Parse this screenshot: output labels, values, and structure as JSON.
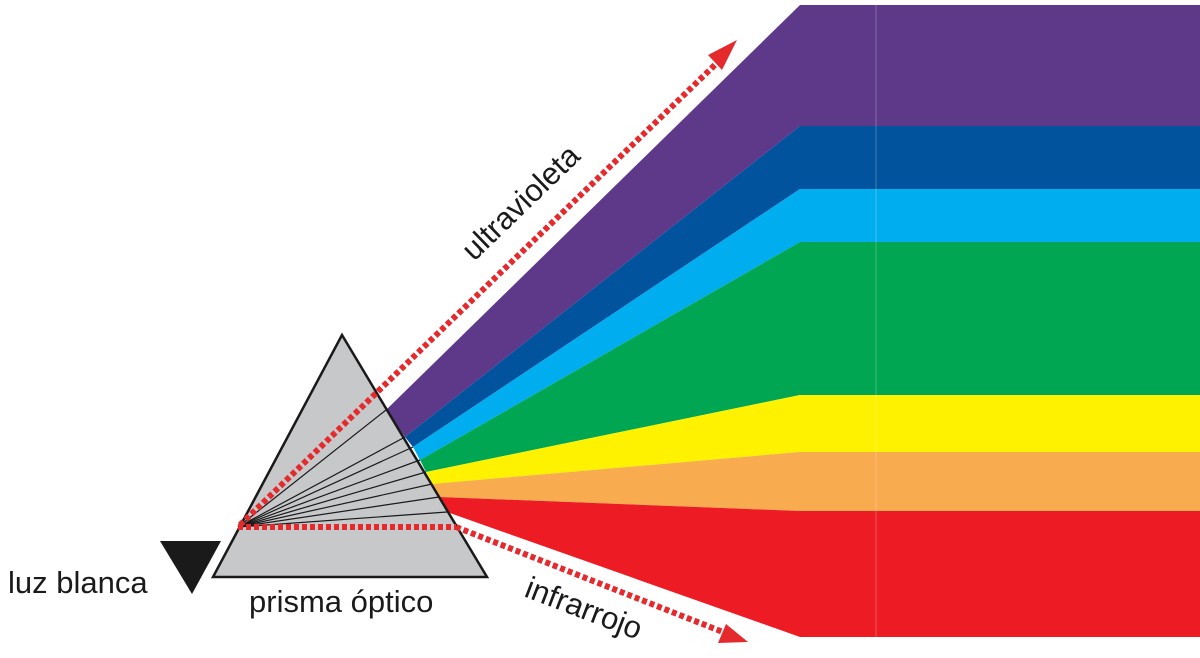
{
  "labels": {
    "ultraviolet": "ultravioleta",
    "infrared": "infrarrojo",
    "white_light": "luz blanca",
    "prism": "prisma óptico"
  },
  "bands": [
    {
      "color": "purple",
      "fill": "#5E398A"
    },
    {
      "color": "dark-blue",
      "fill": "#01539E"
    },
    {
      "color": "light-blue",
      "fill": "#00AEEF"
    },
    {
      "color": "green",
      "fill": "#00A651"
    },
    {
      "color": "yellow",
      "fill": "#FFF200"
    },
    {
      "color": "orange",
      "fill": "#F9AB4F"
    },
    {
      "color": "red",
      "fill": "#ED1C24"
    }
  ],
  "colors": {
    "prism_fill": "#C7C8C9",
    "prism_stroke": "#1a1a1a",
    "arrow": "#E52A2D",
    "input_marker": "#1a1a1a"
  },
  "icons": {
    "input": "white-light-input-triangle-icon",
    "uv_arrow": "ultraviolet-arrow-icon",
    "ir_arrow": "infrared-arrow-icon"
  }
}
